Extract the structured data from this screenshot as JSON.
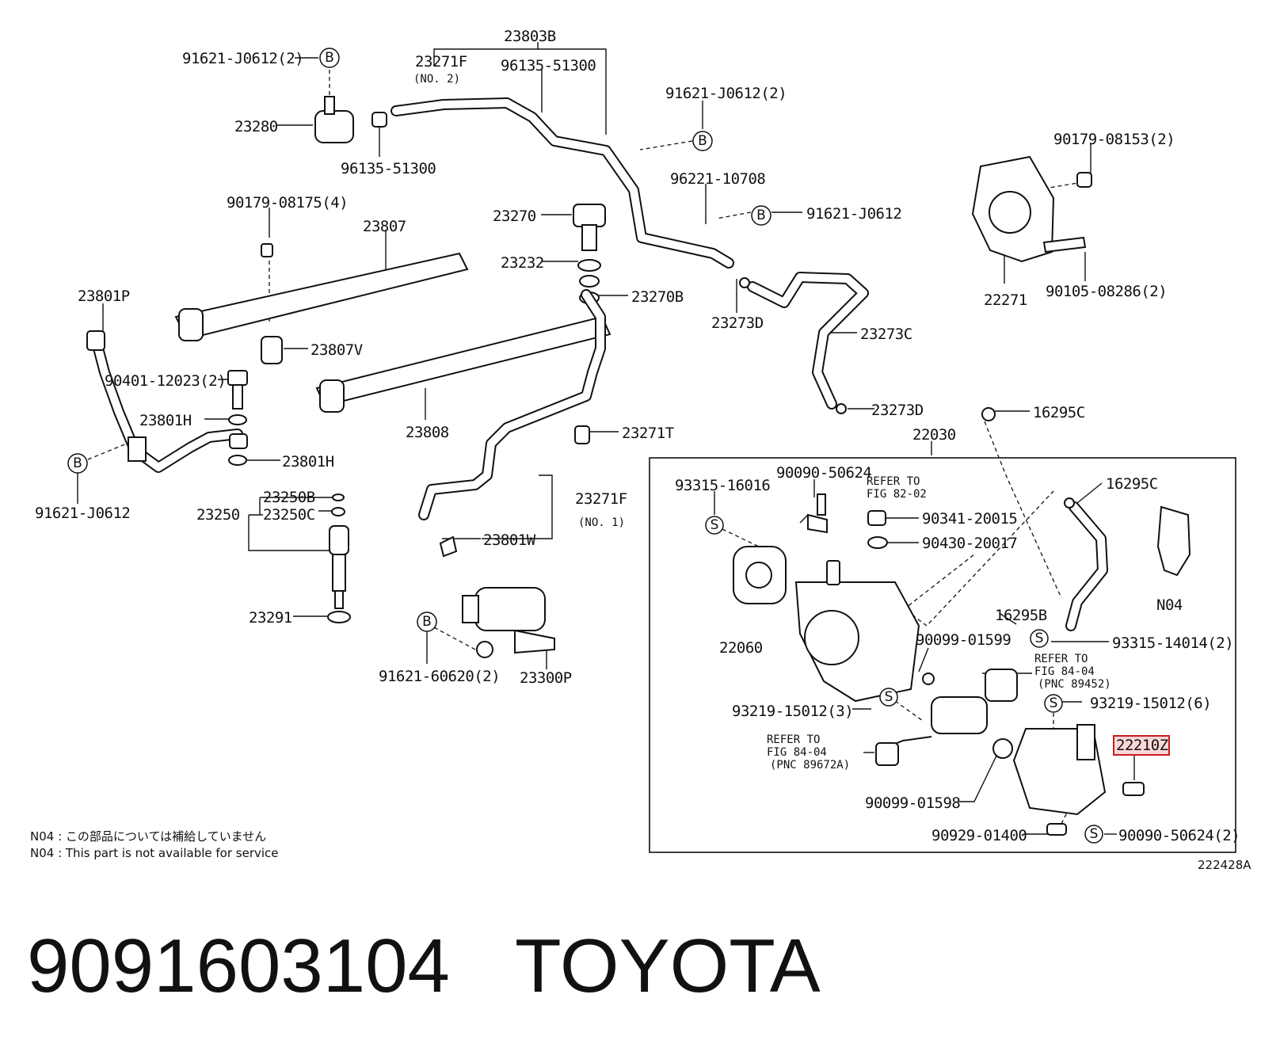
{
  "diagram_labels": {
    "l23803B": "23803B",
    "l91621_J0612_2a": "91621-J0612(2)",
    "l23271F_top": "23271F",
    "lNo2": "(NO. 2)",
    "l96135_51300a": "96135-51300",
    "l23280": "23280",
    "l96135_51300b": "96135-51300",
    "l91621_J0612_2b": "91621-J0612(2)",
    "l96221_10708": "96221-10708",
    "l91621_J0612c": "91621-J0612",
    "l90179_08153": "90179-08153(2)",
    "l90179_08175": "90179-08175(4)",
    "l23807": "23807",
    "l23270": "23270",
    "l23232": "23232",
    "l23270B": "23270B",
    "l23273D_a": "23273D",
    "l23273C": "23273C",
    "l22271": "22271",
    "l90105_08286": "90105-08286(2)",
    "l23801P": "23801P",
    "l23807V": "23807V",
    "l90401_12023": "90401-12023(2)",
    "l23801H_a": "23801H",
    "l23801H_b": "23801H",
    "l23808": "23808",
    "l23271T": "23271T",
    "l23273D_b": "23273D",
    "l16295C_a": "16295C",
    "l22030": "22030",
    "l91621_J0612d": "91621-J0612",
    "l23250B": "23250B",
    "l23250": "23250",
    "l23250C": "23250C",
    "l23271F_bot": "23271F",
    "lNo1": "(NO. 1)",
    "l23801W": "23801W",
    "l23291": "23291",
    "l91621_60620": "91621-60620(2)",
    "l23300P": "23300P",
    "l93315_16016": "93315-16016",
    "l90090_50624a": "90090-50624",
    "lReferTo_a": "REFER TO",
    "lFig82_02": "FIG 82-02",
    "l90341_20015": "90341-20015",
    "l90430_20017": "90430-20017",
    "l16295C_b": "16295C",
    "lN04": "N04",
    "l16295B": "16295B",
    "l22060": "22060",
    "l90099_01599": "90099-01599",
    "l93315_14014": "93315-14014(2)",
    "lReferTo_b": "REFER TO",
    "lFig84_04_a": "FIG 84-04",
    "lPnc89452": "(PNC 89452)",
    "l93219_15012_6": "93219-15012(6)",
    "l93219_15012_3": "93219-15012(3)",
    "lReferTo_c": "REFER TO",
    "lFig84_04_b": "FIG 84-04",
    "lPnc89672A": "(PNC 89672A)",
    "l22210Z": "22210Z",
    "l90099_01598": "90099-01598",
    "l90929_01400": "90929-01400",
    "l90090_50624b": "90090-50624(2)",
    "l222428A": "222428A"
  },
  "markers": {
    "b": "B",
    "s": "S"
  },
  "notes": {
    "note_jp": "N04 : この部品については補給していません",
    "note_en": "N04 : This part is not available for service"
  },
  "footer": {
    "part_number": "9091603104",
    "brand": "TOYOTA"
  },
  "colors": {
    "highlight_fill": "#fbd7d7",
    "highlight_border": "#c81e1e"
  }
}
